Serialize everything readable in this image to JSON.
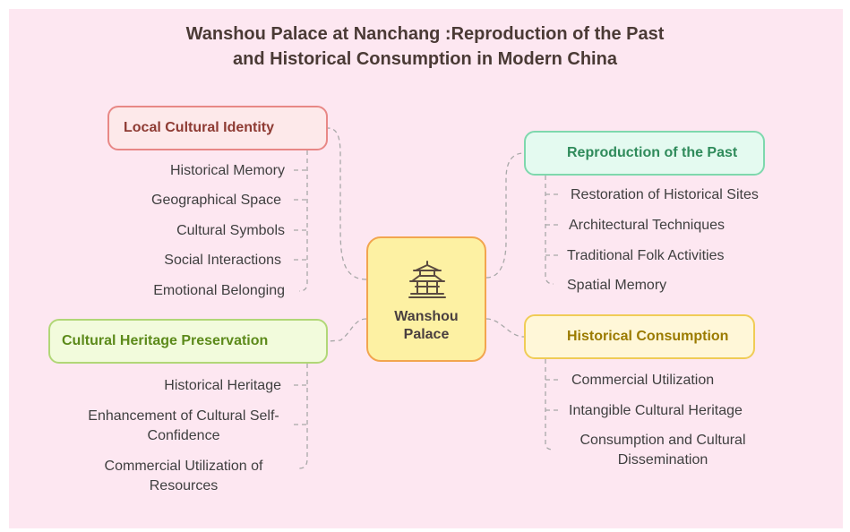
{
  "title": {
    "line1": "Wanshou Palace at Nanchang :Reproduction of the Past",
    "line2": "and Historical Consumption in Modern China"
  },
  "center": {
    "label_line1": "Wanshou",
    "label_line2": "Palace",
    "icon": "temple-icon"
  },
  "branches": {
    "local": {
      "title": "Local Cultural Identity",
      "color": "#e88886",
      "items": [
        "Historical Memory",
        "Geographical Space",
        "Cultural Symbols",
        "Social Interactions",
        "Emotional Belonging"
      ]
    },
    "heritage": {
      "title": "Cultural Heritage Preservation",
      "color": "#b1d777",
      "items": [
        "Historical Heritage",
        "Enhancement of Cultural Self-",
        "Confidence",
        "Commercial Utilization of",
        "Resources"
      ]
    },
    "reproduction": {
      "title": "Reproduction of the Past",
      "color": "#7ed8ad",
      "items": [
        "Restoration of Historical Sites",
        "Architectural Techniques",
        "Traditional Folk Activities",
        "Spatial Memory"
      ]
    },
    "historical": {
      "title": "Historical Consumption",
      "color": "#f0cc56",
      "items": [
        "Commercial Utilization",
        "Intangible Cultural Heritage",
        "Consumption and Cultural",
        "Dissemination"
      ]
    }
  },
  "colors": {
    "background": "#fde7f1",
    "center_fill": "#fdf1a3",
    "center_border": "#f2a54f",
    "connector": "#a8a8a8"
  }
}
